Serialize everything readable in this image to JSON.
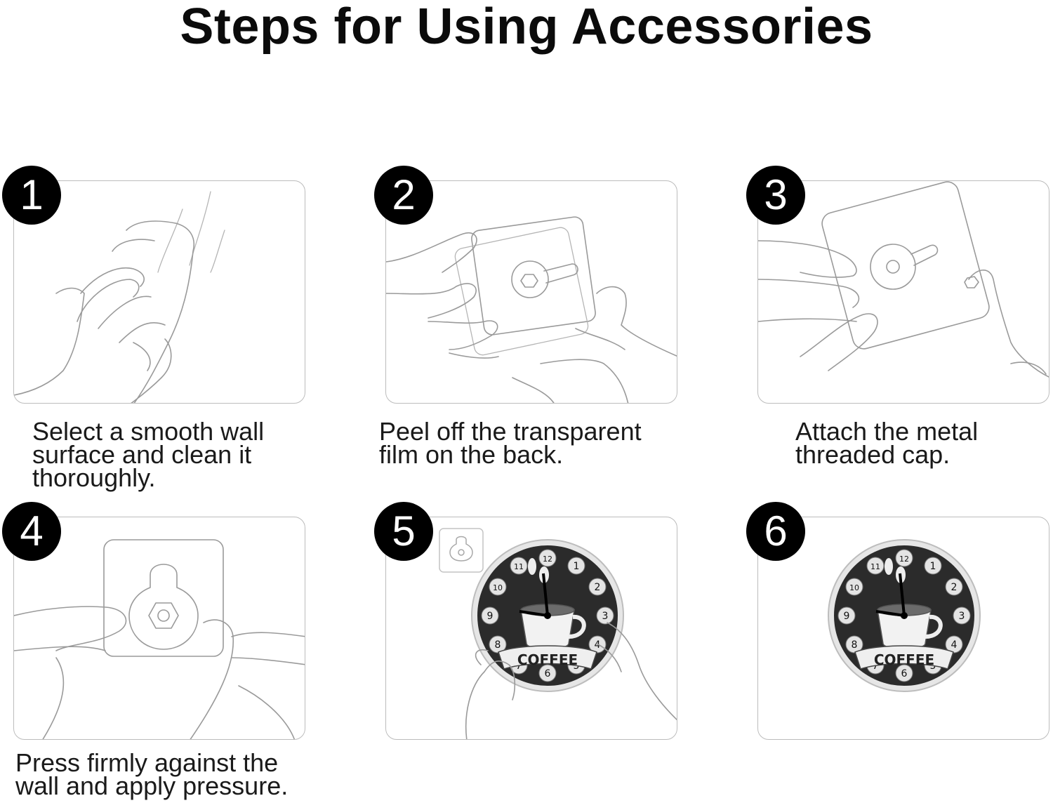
{
  "page": {
    "title": "Steps for Using Accessories"
  },
  "steps": [
    {
      "number": "1",
      "caption": "Select a smooth wall\nsurface and clean it\nthoroughly."
    },
    {
      "number": "2",
      "caption": "Peel off the transparent\nfilm on the back."
    },
    {
      "number": "3",
      "caption": "Attach the metal\nthreaded cap."
    },
    {
      "number": "4",
      "caption": "Press firmly against the\nwall and apply pressure."
    },
    {
      "number": "5",
      "caption": ""
    },
    {
      "number": "6",
      "caption": ""
    }
  ],
  "clock": {
    "label": "COFFEE",
    "numerals": [
      "12",
      "1",
      "2",
      "3",
      "4",
      "5",
      "6",
      "7",
      "8",
      "9",
      "10",
      "11"
    ]
  },
  "icons": {
    "step1": "hand-wiping-wall-icon",
    "step2": "hand-peeling-film-icon",
    "step3": "hand-attaching-cap-icon",
    "step4": "hand-pressing-hook-icon",
    "step5": "hands-hanging-clock-icon",
    "step6": "hung-clock-icon"
  },
  "colors": {
    "badge": "#000000",
    "panel_border": "#bcbcbc",
    "sketch": "#9a9a9a",
    "clock_face": "#2a2a2a"
  }
}
